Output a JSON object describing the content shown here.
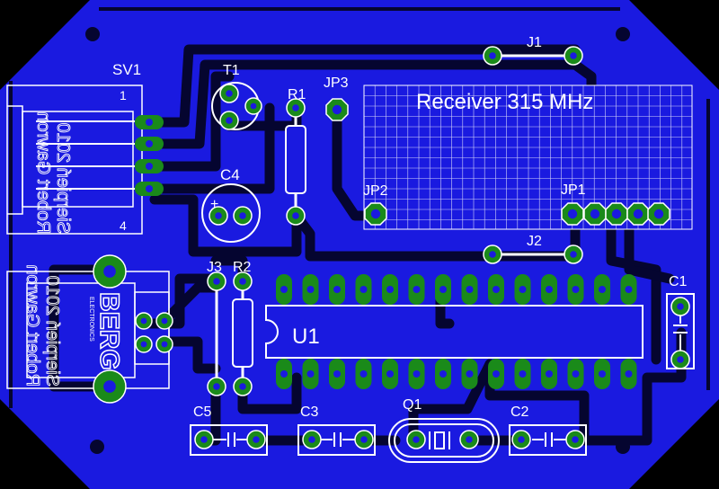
{
  "colors": {
    "background": "#000000",
    "board": "#1a1ae0",
    "trace": "#050530",
    "pad": "#1a8a1a",
    "silk": "#ffffff",
    "drill": "#1a1ae0"
  },
  "labels": {
    "sv1": "SV1",
    "sv1_pin1": "1",
    "sv1_pin4": "4",
    "t1": "T1",
    "r1": "R1",
    "jp3": "JP3",
    "jp2": "JP2",
    "jp1": "JP1",
    "j1": "J1",
    "j2": "J2",
    "c4": "C4",
    "c4_plus": "+",
    "j3": "J3",
    "r2": "R2",
    "u1": "U1",
    "c1": "C1",
    "c5": "C5",
    "c3": "C3",
    "q1": "Q1",
    "c2": "C2",
    "title": "Receiver 315 MHz",
    "logo_main": "BERG",
    "logo_sub": "ELECTRONICS",
    "mirror_line1": "Robert Gawron",
    "mirror_line2": "Sierpień 2010"
  }
}
